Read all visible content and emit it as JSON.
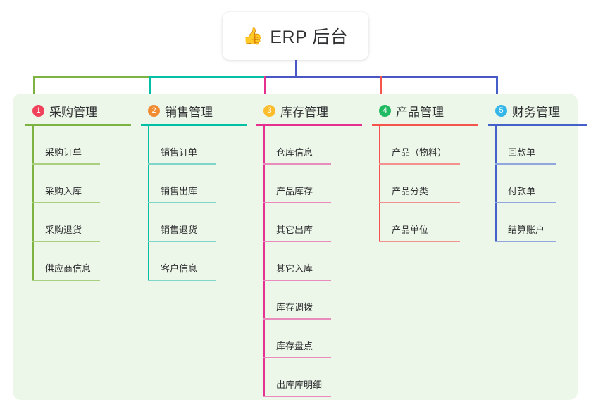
{
  "root": {
    "icon": "thumbs-up-icon",
    "emoji": "👍",
    "title": "ERP 后台"
  },
  "panel": {
    "background": "#edf7e9"
  },
  "connectors": {
    "stem_color": "#4a56c4",
    "segments": [
      {
        "color": "#7cb342"
      },
      {
        "color": "#00bfa5"
      },
      {
        "color": "#4a56c4"
      },
      {
        "color": "#4a56c4"
      },
      {
        "color": "#4a56c4"
      }
    ]
  },
  "columns": [
    {
      "index": "1",
      "title": "采购管理",
      "badge_color": "#f0425b",
      "line_color": "#7cb342",
      "leaf_color": "#a9d07f",
      "items": [
        {
          "label": "采购订单"
        },
        {
          "label": "采购入库"
        },
        {
          "label": "采购退货"
        },
        {
          "label": "供应商信息"
        }
      ]
    },
    {
      "index": "2",
      "title": "销售管理",
      "badge_color": "#f08c32",
      "line_color": "#00bfa5",
      "leaf_color": "#7fd5c8",
      "items": [
        {
          "label": "销售订单"
        },
        {
          "label": "销售出库"
        },
        {
          "label": "销售退货"
        },
        {
          "label": "客户信息"
        }
      ]
    },
    {
      "index": "3",
      "title": "库存管理",
      "badge_color": "#fbbc2e",
      "line_color": "#e5308f",
      "leaf_color": "#e88bbd",
      "items": [
        {
          "label": "仓库信息"
        },
        {
          "label": "产品库存"
        },
        {
          "label": "其它出库"
        },
        {
          "label": "其它入库"
        },
        {
          "label": "库存调拨"
        },
        {
          "label": "库存盘点"
        },
        {
          "label": "出库库明细"
        }
      ]
    },
    {
      "index": "4",
      "title": "产品管理",
      "badge_color": "#21b961",
      "line_color": "#f4544c",
      "leaf_color": "#f3928d",
      "items": [
        {
          "label": "产品（物料）"
        },
        {
          "label": "产品分类"
        },
        {
          "label": "产品单位"
        }
      ]
    },
    {
      "index": "5",
      "title": "财务管理",
      "badge_color": "#35b6e8",
      "line_color": "#4560c8",
      "leaf_color": "#92a6de",
      "items": [
        {
          "label": "回款单"
        },
        {
          "label": "付款单"
        },
        {
          "label": "结算账户"
        }
      ]
    }
  ]
}
